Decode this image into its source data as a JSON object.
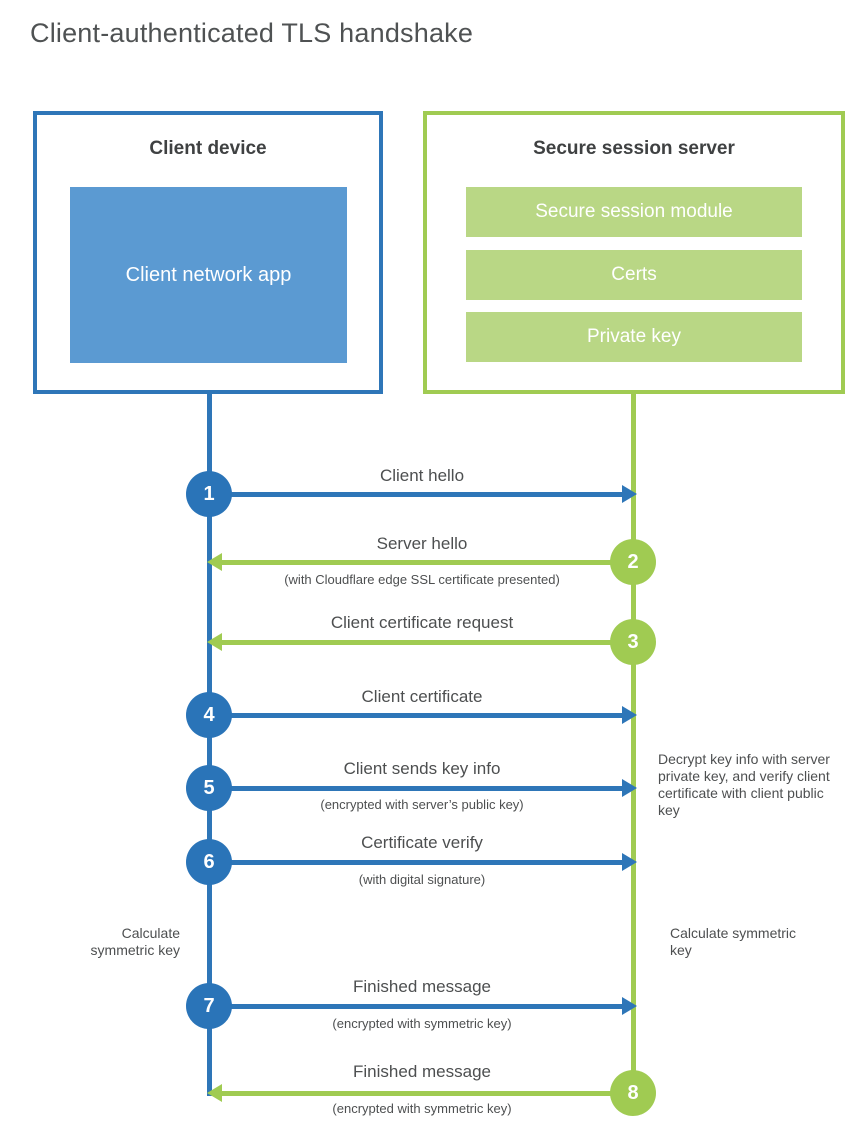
{
  "title": "Client-authenticated TLS handshake",
  "colors": {
    "blue": "#2e76b8",
    "blue_fill": "#5b9ad2",
    "green": "#a0cb52",
    "green_fill": "#b9d785",
    "text": "#4d4f50"
  },
  "client": {
    "title": "Client device",
    "module": "Client network app"
  },
  "server": {
    "title": "Secure session server",
    "modules": [
      "Secure session module",
      "Certs",
      "Private key"
    ]
  },
  "steps": [
    {
      "num": "1",
      "label": "Client hello",
      "sub": "",
      "direction": "client-to-server"
    },
    {
      "num": "2",
      "label": "Server hello",
      "sub": "(with Cloudflare edge SSL certificate presented)",
      "direction": "server-to-client"
    },
    {
      "num": "3",
      "label": "Client certificate request",
      "sub": "",
      "direction": "server-to-client"
    },
    {
      "num": "4",
      "label": "Client certificate",
      "sub": "",
      "direction": "client-to-server"
    },
    {
      "num": "5",
      "label": "Client sends key info",
      "sub": "(encrypted with server’s public key)",
      "direction": "client-to-server"
    },
    {
      "num": "6",
      "label": "Certificate verify",
      "sub": "(with digital signature)",
      "direction": "client-to-server"
    },
    {
      "num": "7",
      "label": "Finished message",
      "sub": "(encrypted with symmetric key)",
      "direction": "client-to-server"
    },
    {
      "num": "8",
      "label": "Finished message",
      "sub": "(encrypted with symmetric key)",
      "direction": "server-to-client"
    }
  ],
  "notes": {
    "decrypt": "Decrypt key info with server private key, and verify client certificate with client public key",
    "calc_left": "Calculate symmetric key",
    "calc_right": "Calculate symmetric key"
  }
}
